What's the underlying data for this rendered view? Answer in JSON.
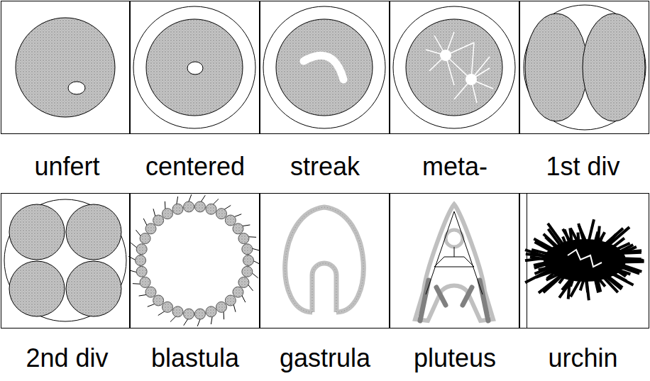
{
  "diagram": {
    "labels": [
      "unfert",
      "centered",
      "streak",
      "meta-",
      "1st div",
      "2nd div",
      "blastula",
      "gastrula",
      "pluteus",
      "urchin"
    ]
  }
}
